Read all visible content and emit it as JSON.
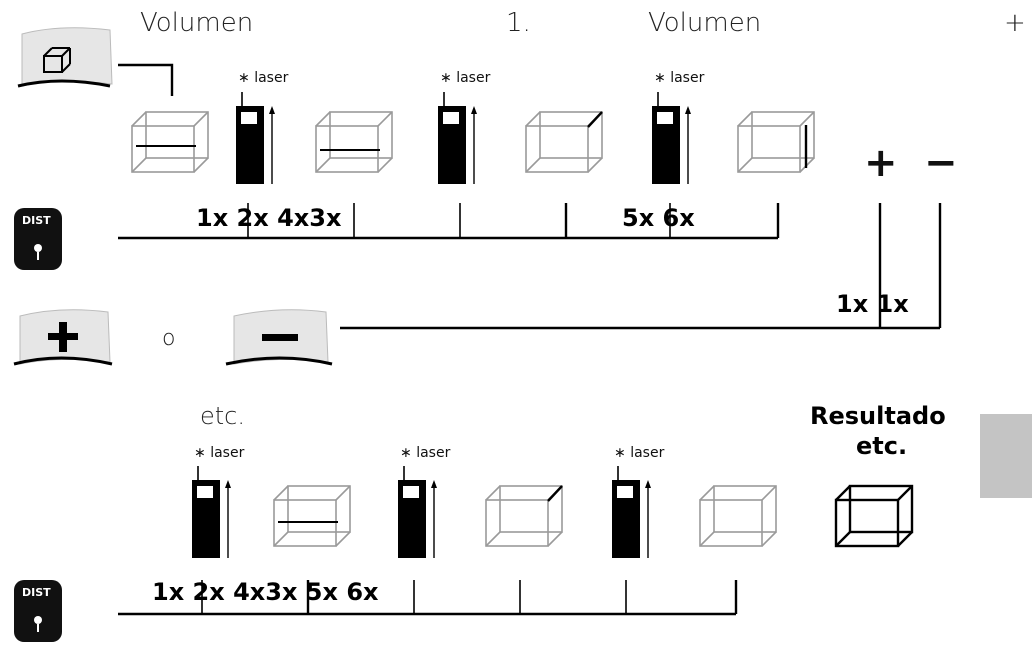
{
  "header": {
    "volumen_1": "Volumen",
    "step_1": "1.",
    "volumen_2": "Volumen",
    "plus_top": "+"
  },
  "row1": {
    "laser_label": "laser",
    "presses_a": "1x 2x 4x3x",
    "presses_b": "5x 6x",
    "plus_sign": "+",
    "minus_sign": "−",
    "presses_pm": "1x 1x"
  },
  "middle": {
    "or_label": "o"
  },
  "row2": {
    "etc_label": "etc.",
    "laser_label": "laser",
    "result_label": "Resultado",
    "result_etc": "etc.",
    "presses": "1x 2x 4x3x 5x 6x"
  },
  "buttons": {
    "dist_label": "DIST"
  },
  "colors": {
    "line": "#000000",
    "box_faint": "#9a9a9a",
    "side_tab": "#c4c4c4"
  }
}
